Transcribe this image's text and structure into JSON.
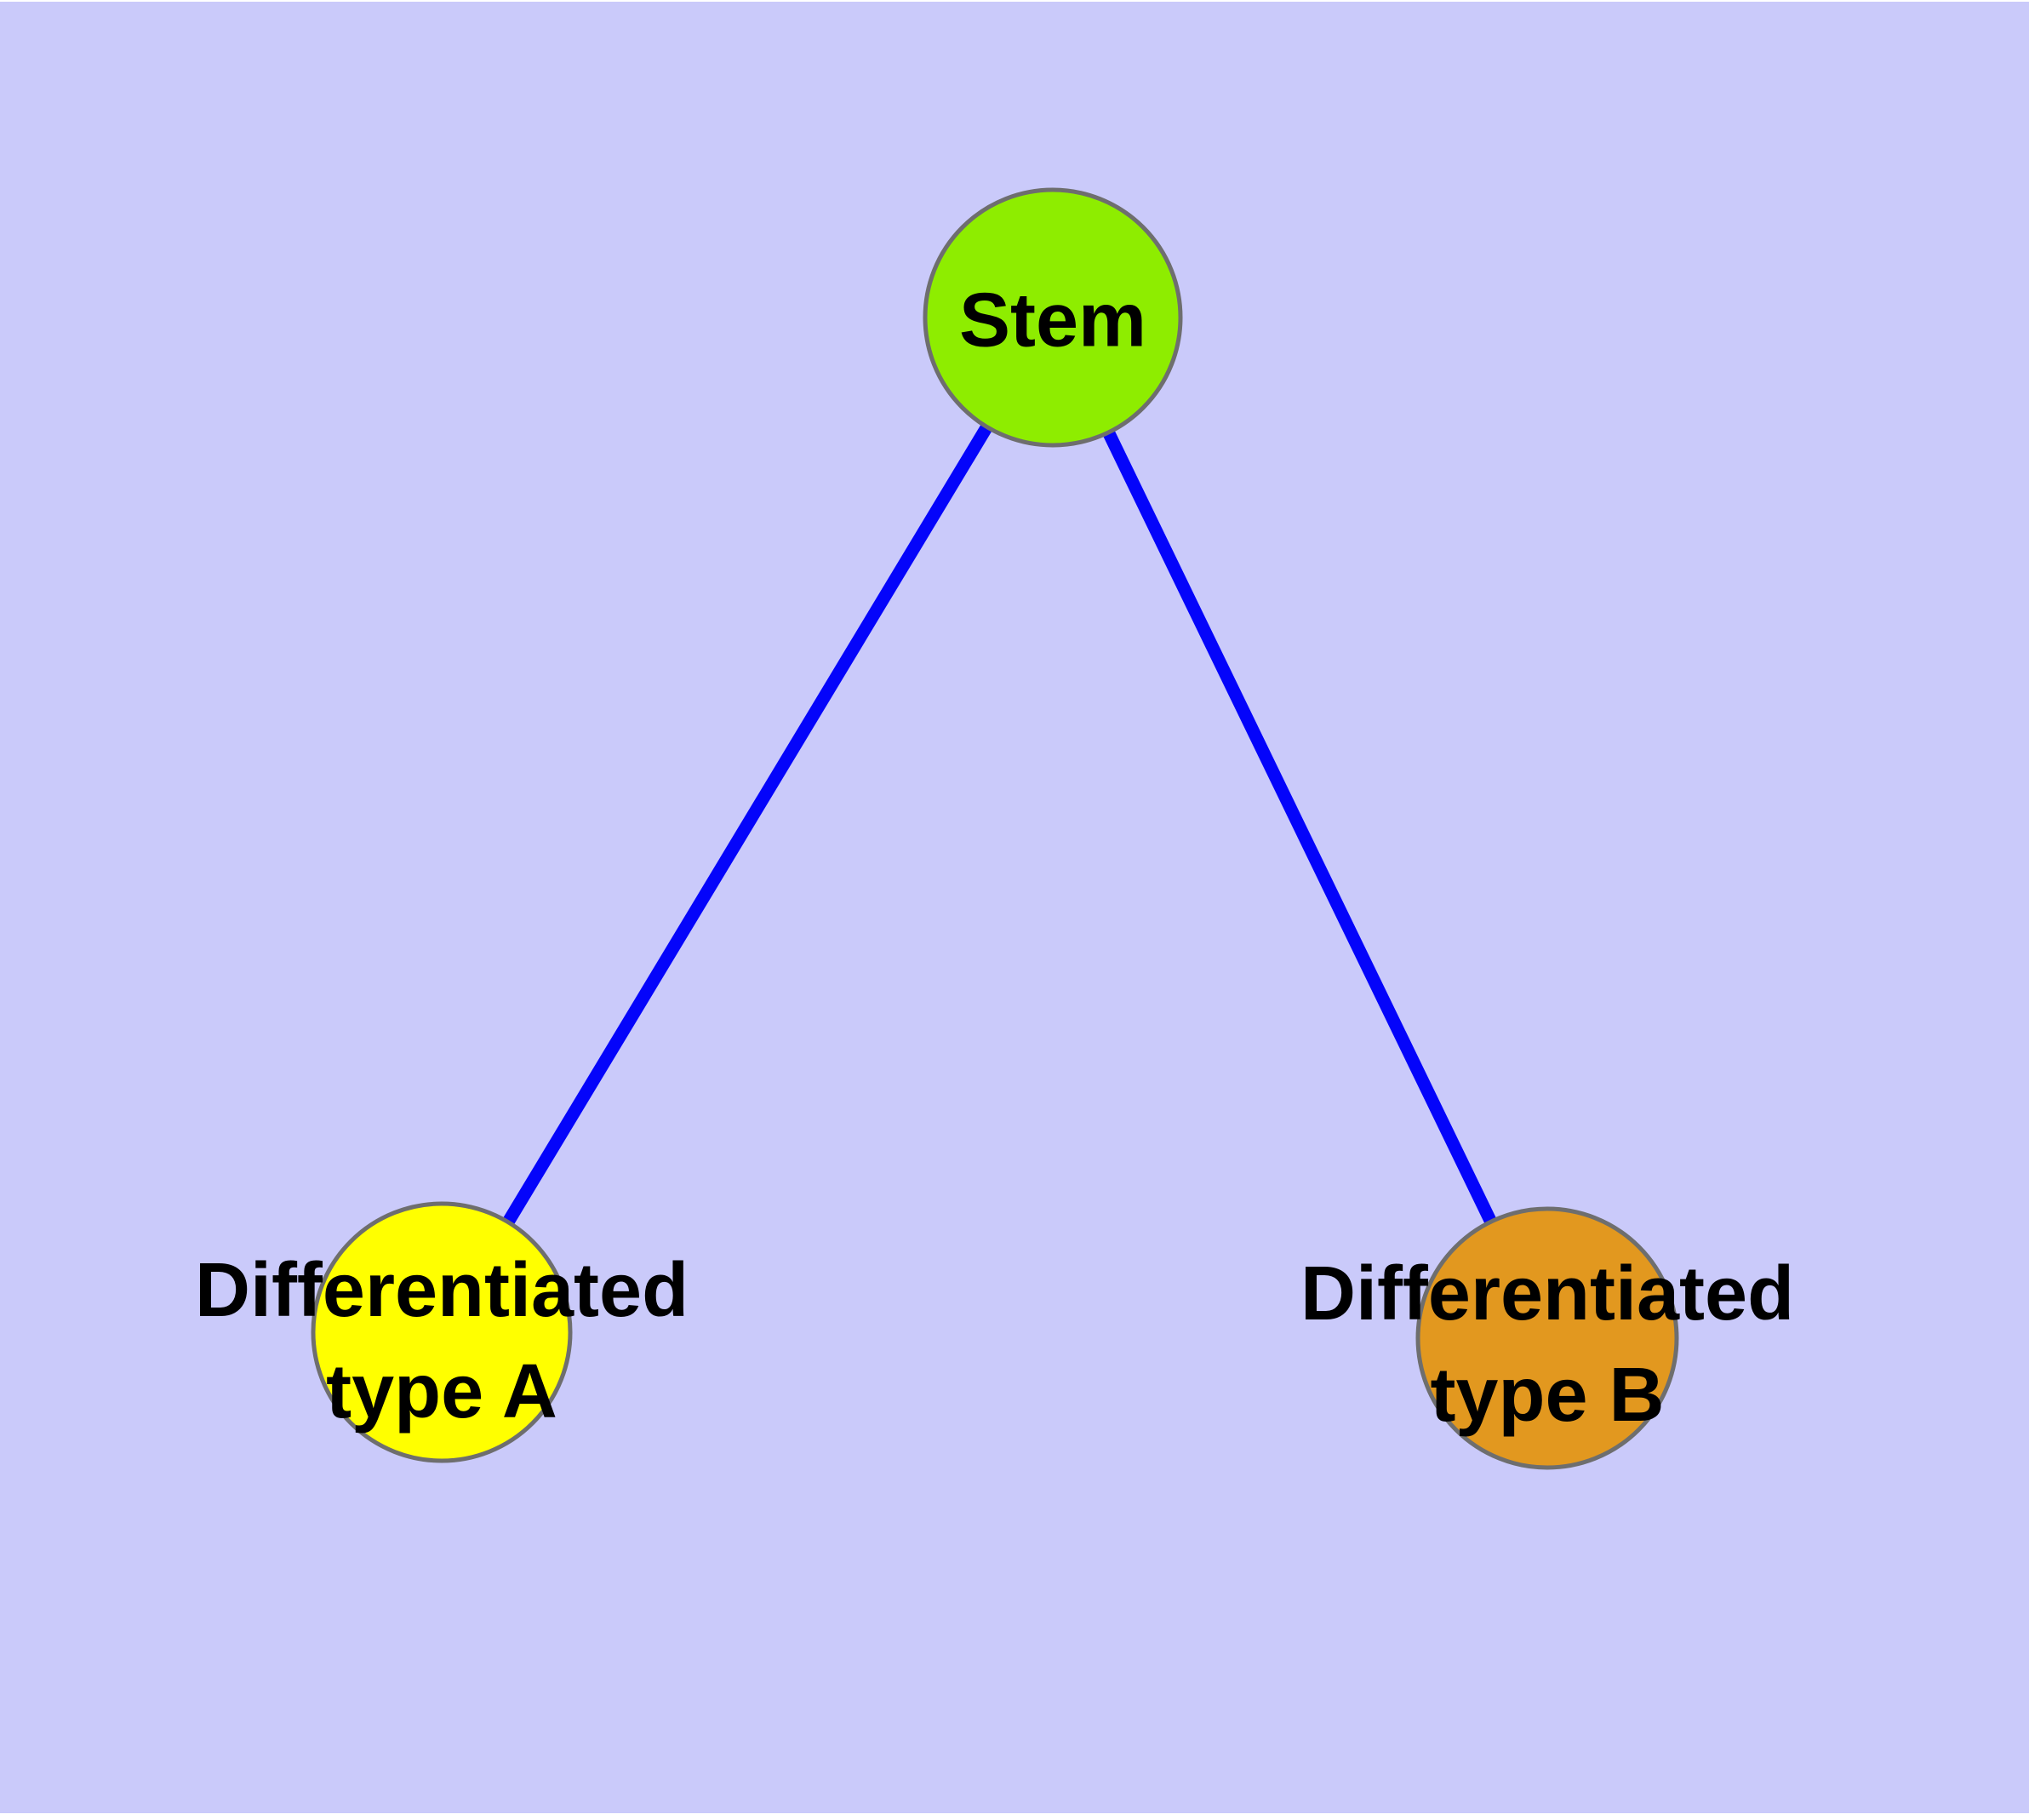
{
  "diagram": {
    "background_color": "#CACAFA",
    "edge_color": "#0404FA",
    "node_border_color": "#6E6E6E",
    "text_color": "#000000",
    "nodes": [
      {
        "id": "stem",
        "label": "Stem",
        "fill": "#8EED00"
      },
      {
        "id": "differentiated-type-a",
        "label": "Differentiated\ntype A",
        "fill": "#FFFF00"
      },
      {
        "id": "differentiated-type-b",
        "label": "Differentiated\ntype B",
        "fill": "#E2981F"
      }
    ],
    "edges": [
      {
        "from": "stem",
        "to": "differentiated-type-a"
      },
      {
        "from": "stem",
        "to": "differentiated-type-b"
      }
    ]
  }
}
